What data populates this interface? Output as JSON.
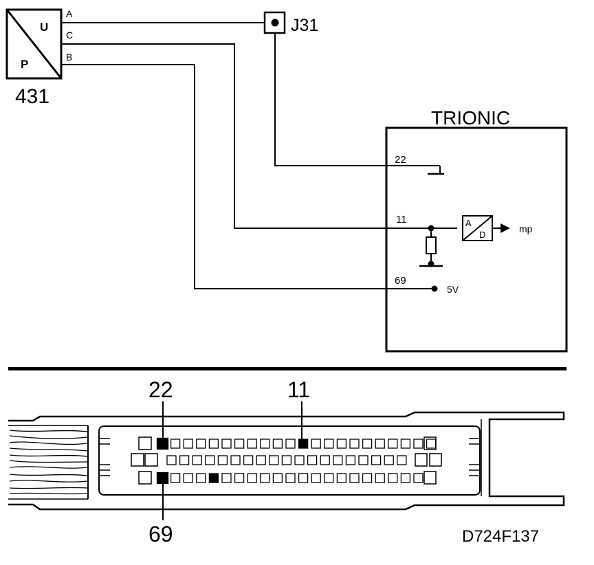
{
  "sensor": {
    "id": "431",
    "label_u": "U",
    "label_p": "P",
    "pins": {
      "a": "A",
      "c": "C",
      "b": "B"
    }
  },
  "junction": {
    "id": "J31"
  },
  "ecu": {
    "title": "TRIONIC",
    "pins": {
      "p22": "22",
      "p11": "11",
      "p69": "69"
    },
    "adc": {
      "a": "A",
      "d": "D"
    },
    "output": "mp",
    "supply": "5V"
  },
  "connector": {
    "callouts": {
      "c22": "22",
      "c11": "11",
      "c69": "69"
    },
    "top_row_count": 22,
    "mid_row_count": 19,
    "bottom_row_count": 21
  },
  "figure_id": "D724F137"
}
